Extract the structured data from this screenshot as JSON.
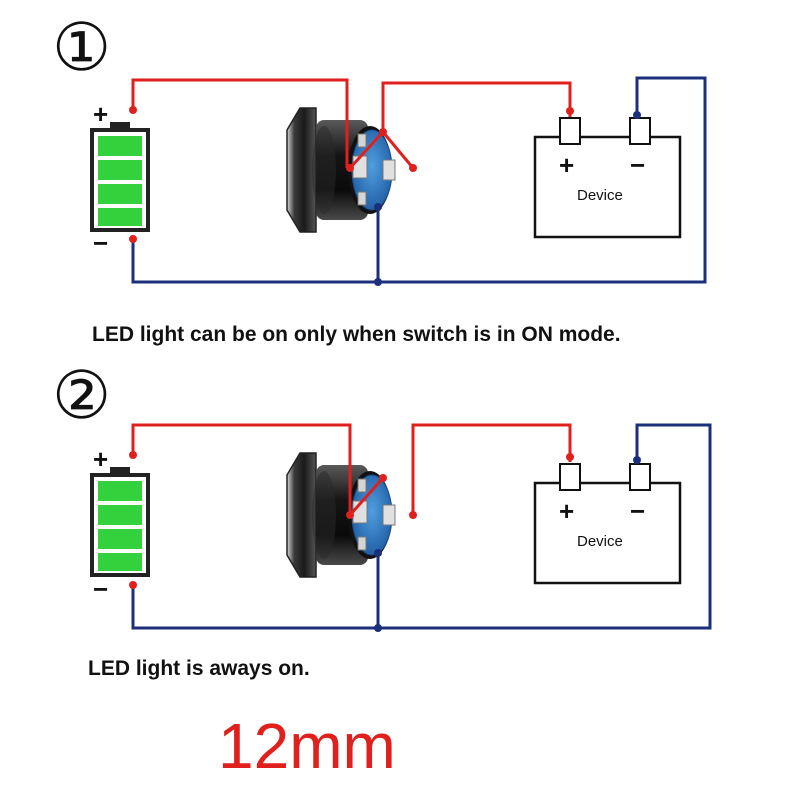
{
  "diagrams": [
    {
      "number": "①",
      "caption": "LED light can be on only when switch is in ON mode.",
      "battery": {
        "plus": "+",
        "minus": "−"
      },
      "device": {
        "label": "Device",
        "plus": "+",
        "minus": "−"
      }
    },
    {
      "number": "②",
      "caption": "LED light is aways on.",
      "battery": {
        "plus": "+",
        "minus": "−"
      },
      "device": {
        "label": "Device",
        "plus": "+",
        "minus": "−"
      }
    }
  ],
  "size_label": "12mm",
  "colors": {
    "positive_wire": "#e0201c",
    "negative_wire": "#1c2f7a",
    "battery_cell": "#33d23c",
    "size_label": "#e0201c"
  }
}
